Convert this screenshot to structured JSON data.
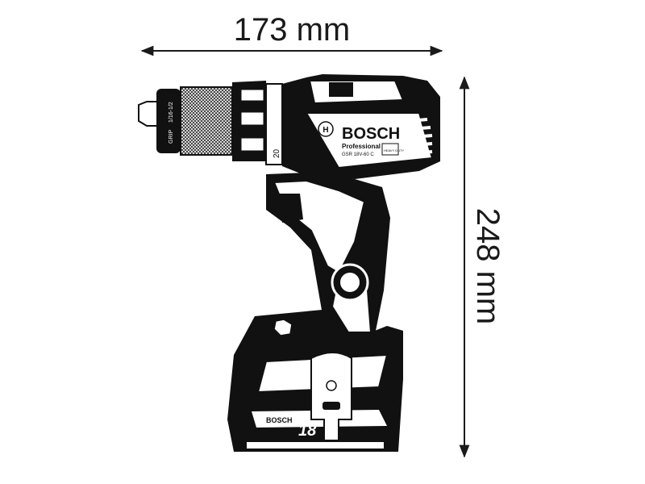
{
  "dimensions": {
    "width_label": "173 mm",
    "height_label": "248 mm"
  },
  "drill": {
    "brand": "BOSCH",
    "line": "Professional",
    "model": "GSR 18V-60 C",
    "badge": "HEAVY DUTY",
    "chuck_grip": "GRIP",
    "chuck_range": "1/16-1/2",
    "clutch_setting": "20"
  },
  "battery": {
    "brand": "BOSCH",
    "voltage": "18"
  },
  "colors": {
    "ink": "#111111",
    "paper": "#ffffff"
  }
}
